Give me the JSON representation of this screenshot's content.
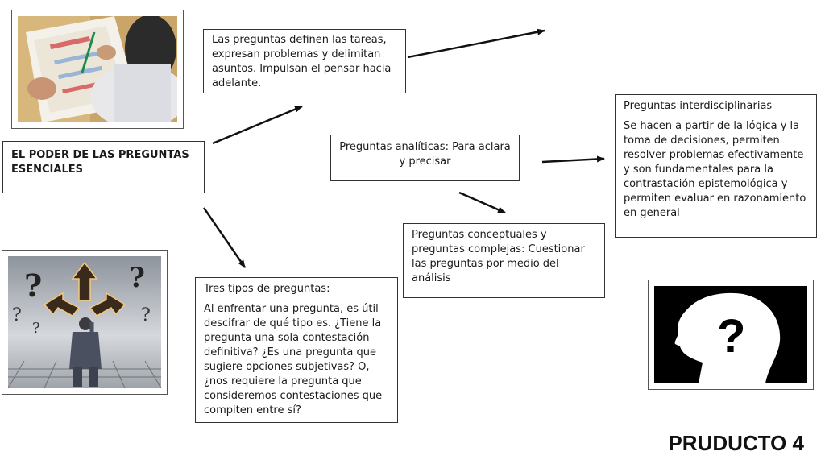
{
  "main_title": "EL PODER DE LAS PREGUNTAS ESENCIALES",
  "top_box": "Las preguntas definen las tareas, expresan problemas y delimitan asuntos. Impulsan el pensar hacia adelante.",
  "analytical_box": "Preguntas analíticas: Para aclara y precisar",
  "interdisciplinary_box": {
    "heading": "Preguntas interdisciplinarias",
    "body": "Se hacen a partir de la lógica y la toma de decisiones, permiten resolver problemas efectivamente y son fundamentales para la contrastación epistemológica y permiten evaluar en razonamiento en general"
  },
  "conceptual_box": "Preguntas conceptuales y preguntas complejas: Cuestionar las preguntas por medio del análisis",
  "types_box": {
    "heading": "Tres tipos de preguntas:",
    "body": "Al enfrentar una pregunta, es útil descifrar de qué tipo es. ¿Tiene la pregunta una sola contestación definitiva? ¿Es una pregunta que sugiere opciones subjetivas? O, ¿nos requiere la pregunta que consideremos contestaciones que compiten entre sí?"
  },
  "footer_label": "PRUDUCTO 4",
  "icons": [
    "student-writing-photo",
    "confused-man-arrows-photo",
    "head-question-mark-icon"
  ],
  "colors": {
    "border": "#333333",
    "arrow": "#111111"
  }
}
